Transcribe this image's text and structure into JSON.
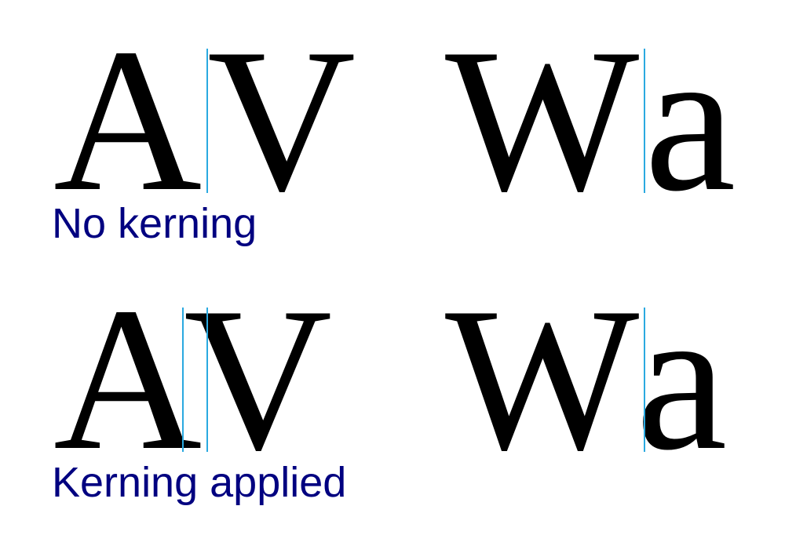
{
  "colors": {
    "glyph": "#000000",
    "caption": "#000080",
    "guide": "#2aa9e0",
    "background": "#ffffff"
  },
  "rows": [
    {
      "caption": "No kerning",
      "pairs": [
        {
          "first": "A",
          "second": "V"
        },
        {
          "first": "W",
          "second": "a"
        }
      ]
    },
    {
      "caption": "Kerning applied",
      "pairs": [
        {
          "first": "A",
          "second": "V"
        },
        {
          "first": "W",
          "second": "a"
        }
      ]
    }
  ]
}
